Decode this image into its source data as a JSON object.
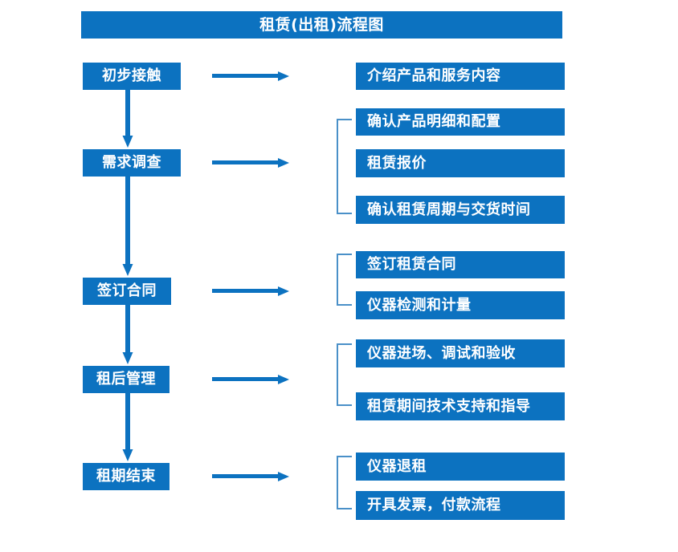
{
  "chart_data": {
    "type": "diagram",
    "title": "租赁(出租)流程图",
    "diagram_kind": "flowchart",
    "orientation": "vertical-with-branches",
    "stages": [
      {
        "label": "初步接触",
        "details": [
          "介绍产品和服务内容"
        ],
        "bracketed": false
      },
      {
        "label": "需求调查",
        "details": [
          "确认产品明细和配置",
          "租赁报价",
          "确认租赁周期与交货时间"
        ],
        "bracketed": true
      },
      {
        "label": "签订合同",
        "details": [
          "签订租赁合同",
          "仪器检测和计量"
        ],
        "bracketed": true
      },
      {
        "label": "租后管理",
        "details": [
          "仪器进场、调试和验收",
          "租赁期间技术支持和指导"
        ],
        "bracketed": true
      },
      {
        "label": "租期结束",
        "details": [
          "仪器退租",
          "开具发票，付款流程"
        ],
        "bracketed": true
      }
    ]
  },
  "header": {
    "title": "租赁(出租)流程图"
  },
  "stages": [
    {
      "label": "初步接触"
    },
    {
      "label": "需求调查"
    },
    {
      "label": "签订合同"
    },
    {
      "label": "租后管理"
    },
    {
      "label": "租期结束"
    }
  ],
  "details": [
    {
      "label": "介绍产品和服务内容"
    },
    {
      "label": "确认产品明细和配置"
    },
    {
      "label": "租赁报价"
    },
    {
      "label": "确认租赁周期与交货时间"
    },
    {
      "label": "签订租赁合同"
    },
    {
      "label": "仪器检测和计量"
    },
    {
      "label": "仪器进场、调试和验收"
    },
    {
      "label": "租赁期间技术支持和指导"
    },
    {
      "label": "仪器退租"
    },
    {
      "label": "开具发票，付款流程"
    }
  ],
  "colors": {
    "box_fill": "#0C72C0",
    "box_text": "#FFFFFF",
    "arrow": "#0C72C0",
    "bracket": "#4A90C8",
    "background": "#FFFFFF"
  }
}
